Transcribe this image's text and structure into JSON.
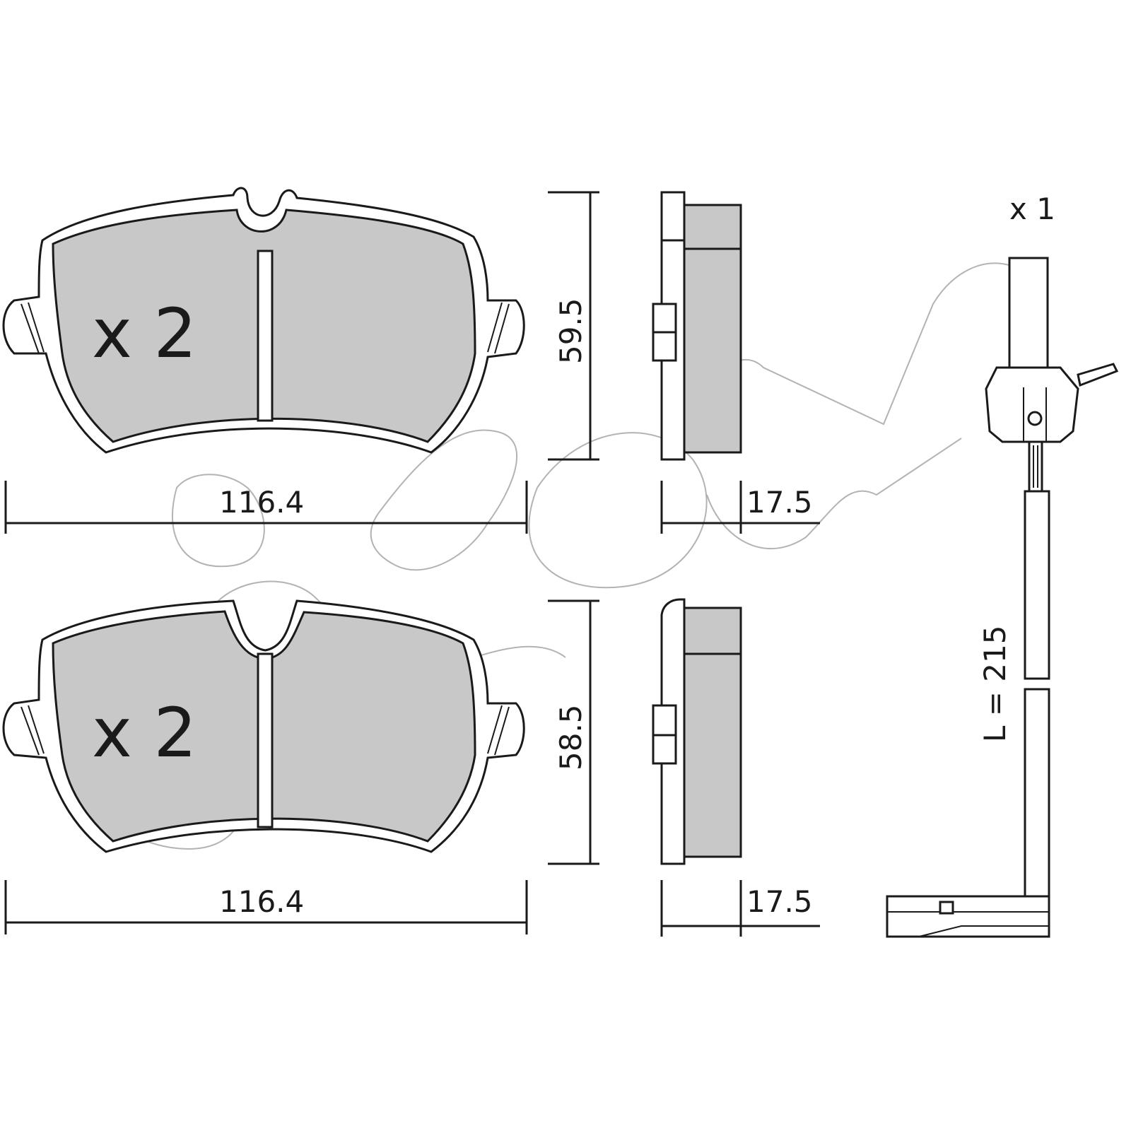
{
  "pads": [
    {
      "quantity": "x 2",
      "width": "116.4",
      "height": "59.5",
      "thickness": "17.5"
    },
    {
      "quantity": "x 2",
      "width": "116.4",
      "height": "58.5",
      "thickness": "17.5"
    }
  ],
  "sensor": {
    "quantity": "x 1",
    "length": "L = 215"
  },
  "colors": {
    "friction": "#c8c8c8",
    "stroke": "#1a1a1a",
    "watermark": "#9a9a9a"
  }
}
